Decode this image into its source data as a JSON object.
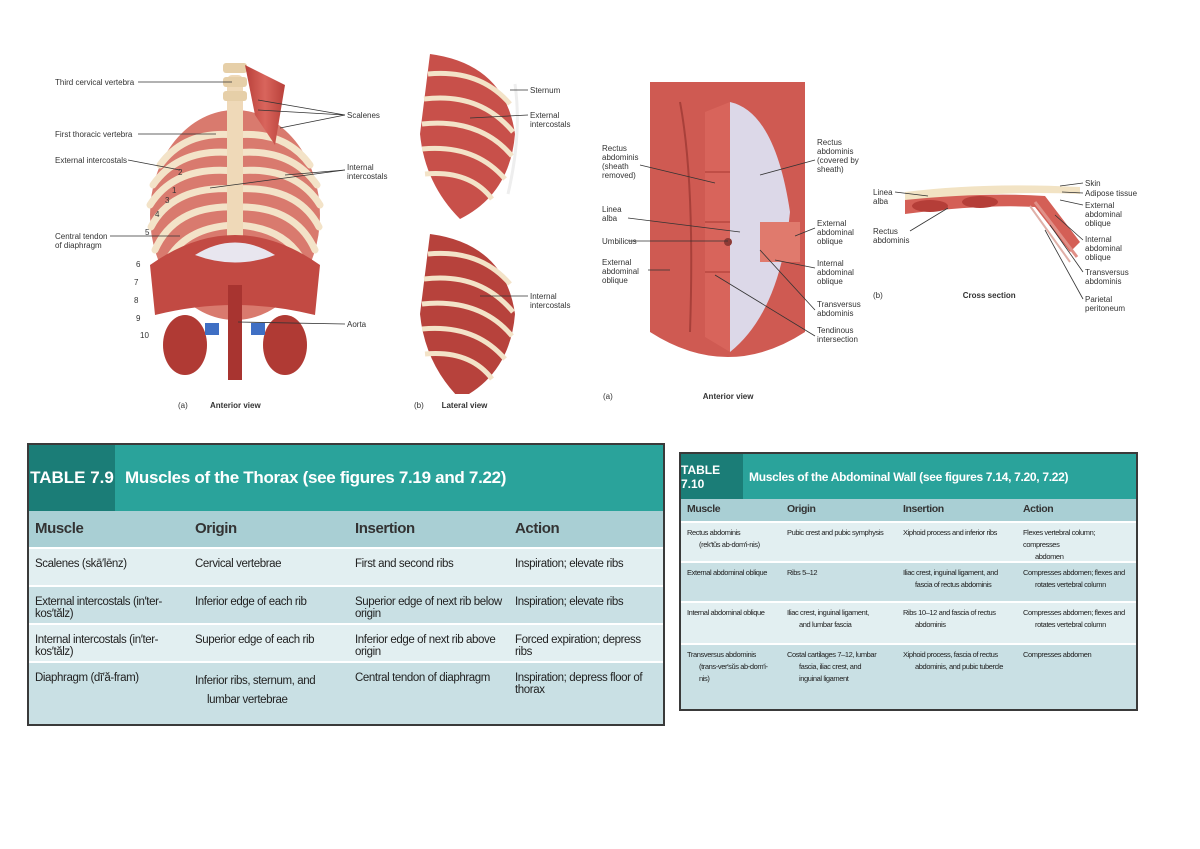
{
  "figure_a": {
    "labels": {
      "third_cervical": "Third cervical vertebra",
      "first_thoracic": "First thoracic vertebra",
      "external_intercostals": "External intercostals",
      "central_tendon": "Central tendon\nof diaphragm",
      "scalenes": "Scalenes",
      "internal_intercostals": "Internal\nintercostals",
      "aorta": "Aorta"
    },
    "rib_numbers": [
      "1",
      "2",
      "3",
      "4",
      "5",
      "6",
      "7",
      "8",
      "9",
      "10"
    ],
    "caption_letter": "(a)",
    "caption_view": "Anterior view"
  },
  "figure_b": {
    "labels": {
      "sternum": "Sternum",
      "external_intercostals": "External\nintercostals",
      "internal_intercostals": "Internal\nintercostals"
    },
    "caption_letter": "(b)",
    "caption_view": "Lateral view"
  },
  "figure_c": {
    "labels": {
      "rectus_removed": "Rectus\nabdominis\n(sheath\nremoved)",
      "linea_alba": "Linea\nalba",
      "umbilicus": "Umbilicus",
      "external_oblique": "External\nabdominal\noblique",
      "rectus_covered": "Rectus\nabdominis\n(covered by\nsheath)",
      "ext_oblique_right": "External\nabdominal\noblique",
      "int_oblique_right": "Internal\nabdominal\noblique",
      "transversus": "Transversus\nabdominis",
      "tendinous": "Tendinous\nintersection"
    },
    "caption_letter": "(a)",
    "caption_view": "Anterior view"
  },
  "figure_d": {
    "labels": {
      "linea_alba": "Linea\nalba",
      "rectus": "Rectus\nabdominis",
      "skin": "Skin",
      "adipose": "Adipose tissue",
      "external": "External\nabdominal\noblique",
      "internal": "Internal\nabdominal\noblique",
      "transversus": "Transversus\nabdominis",
      "parietal": "Parietal\nperitoneum"
    },
    "caption_letter": "(b)",
    "caption_view": "Cross section"
  },
  "table_79": {
    "number": "TABLE 7.9",
    "title": "Muscles of the Thorax (see figures 7.19 and 7.22)",
    "headers": [
      "Muscle",
      "Origin",
      "Insertion",
      "Action"
    ],
    "rows": [
      [
        "Scalenes (skā′lēnz)",
        "Cervical vertebrae",
        "First and second ribs",
        "Inspiration; elevate ribs"
      ],
      [
        "External intercostals (in′ter-kos′tălz)",
        "Inferior edge of each rib",
        "Superior edge of next rib below origin",
        "Inspiration; elevate ribs"
      ],
      [
        "Internal intercostals (in′ter-kos′tălz)",
        "Superior edge of each rib",
        "Inferior edge of next rib above origin",
        "Forced expiration; depress ribs"
      ],
      [
        "Diaphragm (dī′ă-fram)",
        "Inferior ribs, sternum, and",
        "Central tendon of diaphragm",
        "Inspiration; depress floor of thorax"
      ]
    ],
    "row4_origin_cont": "lumbar vertebrae"
  },
  "table_710": {
    "number": "TABLE 7.10",
    "title": "Muscles of the Abdominal Wall (see figures 7.14, 7.20, 7.22)",
    "headers": [
      "Muscle",
      "Origin",
      "Insertion",
      "Action"
    ],
    "rows": [
      {
        "muscle": "Rectus abdominis",
        "muscle2": "(rek′tŭs ab-dom′i-nis)",
        "origin": "Pubic crest and pubic symphysis",
        "origin2": "",
        "insertion": "Xiphoid process and inferior ribs",
        "insertion2": "",
        "action": "Flexes vertebral column; compresses",
        "action2": "abdomen"
      },
      {
        "muscle": "External abdominal oblique",
        "muscle2": "",
        "origin": "Ribs 5–12",
        "origin2": "",
        "insertion": "Iliac crest, inguinal ligament, and",
        "insertion2": "fascia of rectus abdominis",
        "action": "Compresses abdomen; flexes and",
        "action2": "rotates vertebral column"
      },
      {
        "muscle": "Internal abdominal oblique",
        "muscle2": "",
        "origin": "Iliac crest, inguinal ligament,",
        "origin2": "and lumbar fascia",
        "insertion": "Ribs 10–12 and fascia of rectus",
        "insertion2": "abdominis",
        "action": "Compresses abdomen; flexes and",
        "action2": "rotates vertebral column"
      },
      {
        "muscle": "Transversus abdominis",
        "muscle2": "(trans-ver′sŭs ab-dom′i-nis)",
        "origin": "Costal cartilages 7–12, lumbar",
        "origin2": "fascia, iliac crest, and\ninguinal ligament",
        "insertion": "Xiphoid process, fascia of rectus",
        "insertion2": "abdominis, and pubic tubercle",
        "action": "Compresses abdomen",
        "action2": ""
      }
    ]
  },
  "colors": {
    "teal": "#2aa39b",
    "teal_dark": "#1b7d77",
    "row_light": "#e2eff1",
    "row_mid": "#c9e0e4",
    "header_row": "#a9cfd4",
    "muscle": "#c8504a",
    "rib": "#f0dcc0"
  }
}
